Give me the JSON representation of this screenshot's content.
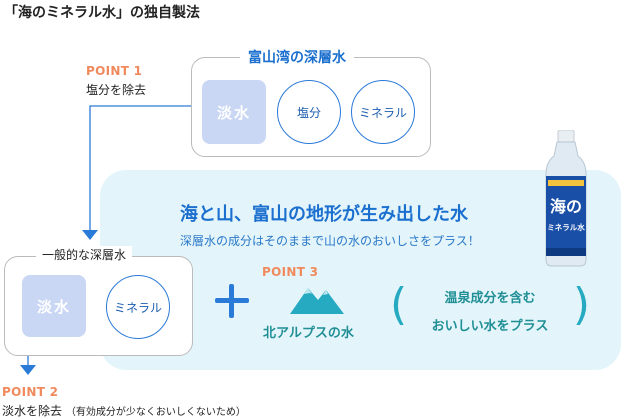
{
  "title": "「海のミネラル水」の独自製法",
  "point1": {
    "label": "POINT 1",
    "desc": "塩分を除去"
  },
  "deep_water_box": {
    "title": "富山湾の深層水",
    "fresh": "淡水",
    "salt": "塩分",
    "mineral": "ミネラル"
  },
  "panel": {
    "headline": "海と山、富山の地形が生み出した水",
    "subline": "深層水の成分はそのままで山の水のおいしさをプラス！"
  },
  "general_box": {
    "title": "一般的な深層水",
    "fresh": "淡水",
    "mineral": "ミネラル"
  },
  "point3": {
    "label": "POINT 3",
    "alps": "北アルプスの水"
  },
  "onsen": {
    "line1": "温泉成分を含む",
    "line2": "おいしい水をプラス"
  },
  "point2": {
    "label": "POINT 2",
    "desc": "淡水を除去",
    "desc_small": "（有効成分が少なくおいしくないため）"
  },
  "bottle": {
    "brand": "海の",
    "name": "ミネラル水"
  },
  "colors": {
    "accent_blue": "#1b6fce",
    "point_orange": "#f08a5d",
    "teal": "#1f8f95",
    "panel_bg": "#e3f5fa",
    "fresh_square": "#c9d7f4"
  }
}
